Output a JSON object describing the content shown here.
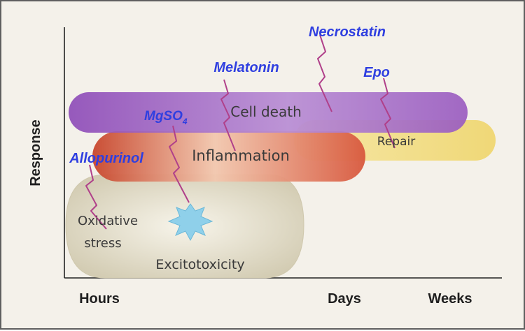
{
  "axes": {
    "y_label": "Response",
    "x_ticks": [
      "Hours",
      "Days",
      "Weeks"
    ]
  },
  "regions": {
    "cell_death": "Cell death",
    "inflammation": "Inflammation",
    "repair": "Repair",
    "oxidative_stress_line1": "Oxidative",
    "oxidative_stress_line2": "stress",
    "excitotoxicity": "Excitotoxicity"
  },
  "drugs": {
    "necrostatin": "Necrostatin",
    "melatonin": "Melatonin",
    "epo": "Epo",
    "mgso4_main": "MgSO",
    "mgso4_sub": "4",
    "allopurinol": "Allopurinol"
  },
  "colors": {
    "drug_text": "#2f3fe0",
    "lightning": "#b0408a",
    "cell_death": "#9a5cc0",
    "inflammation": "#d8583d",
    "repair": "#f0dc7a",
    "oxidative_stress": "#ddd8c4",
    "excitotoxicity_star": "#8fd0ea"
  }
}
